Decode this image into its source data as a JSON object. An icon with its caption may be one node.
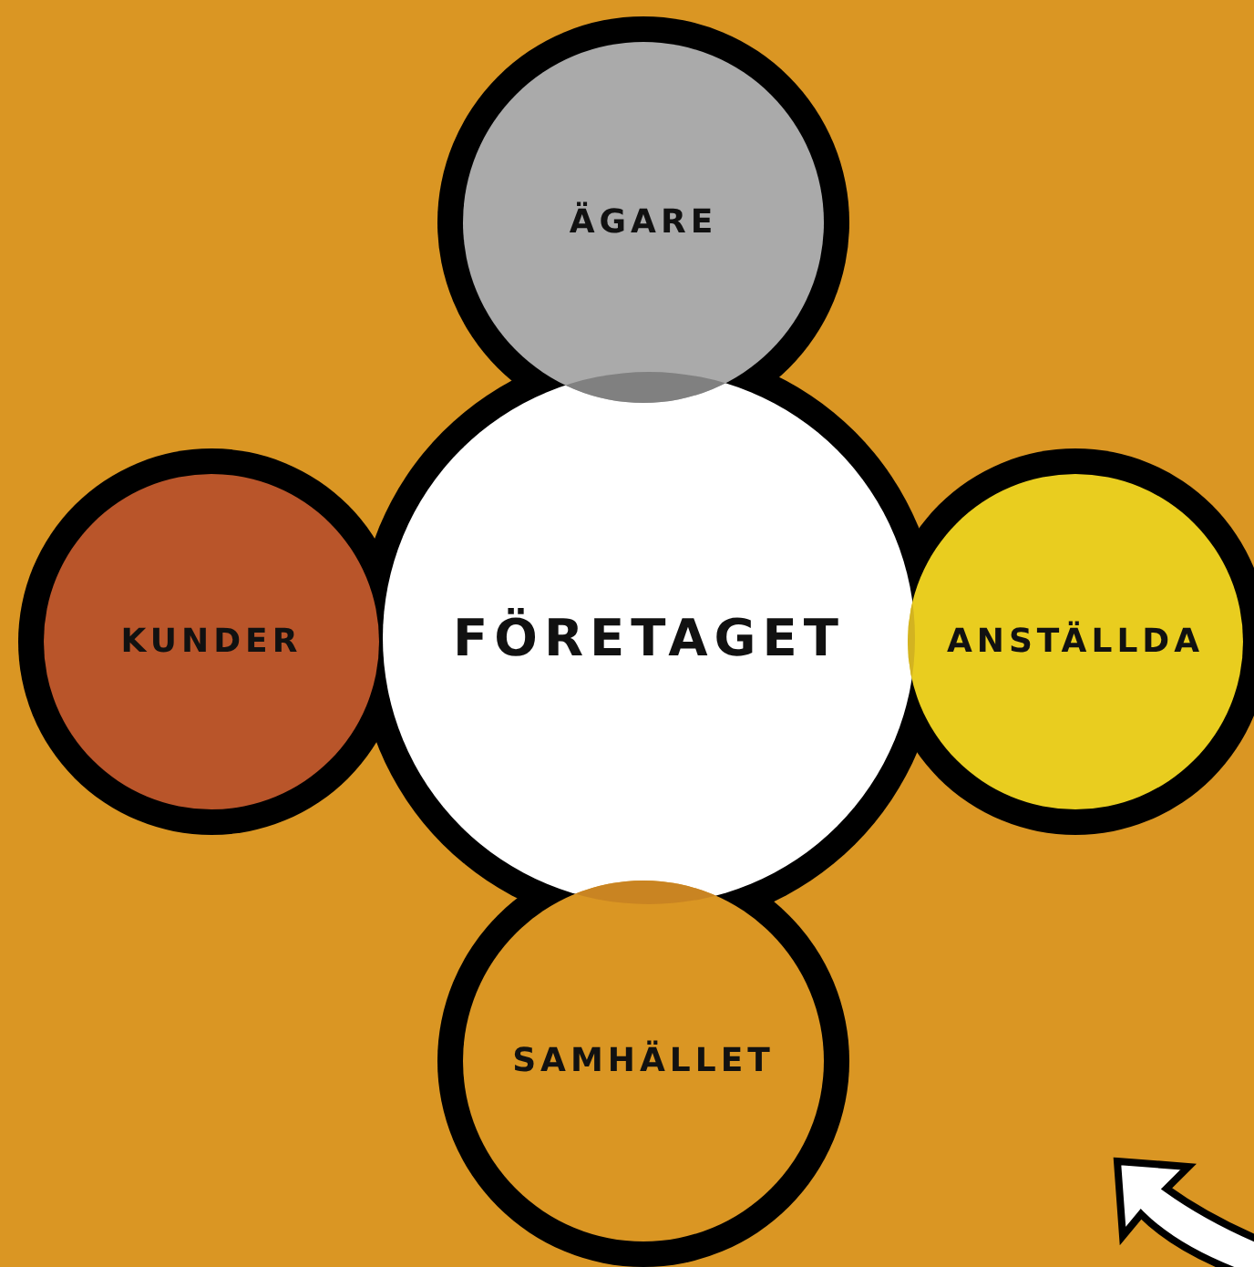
{
  "diagram": {
    "nodes": [
      {
        "text": [
          "ÄGARE"
        ]
      },
      {
        "text": [
          "KUNDER"
        ]
      },
      {
        "text": [
          "FÖRETAGET"
        ]
      },
      {
        "text": [
          "ANSTÄLLDA"
        ]
      },
      {
        "text": [
          "SAMHÄLLET"
        ]
      }
    ]
  }
}
